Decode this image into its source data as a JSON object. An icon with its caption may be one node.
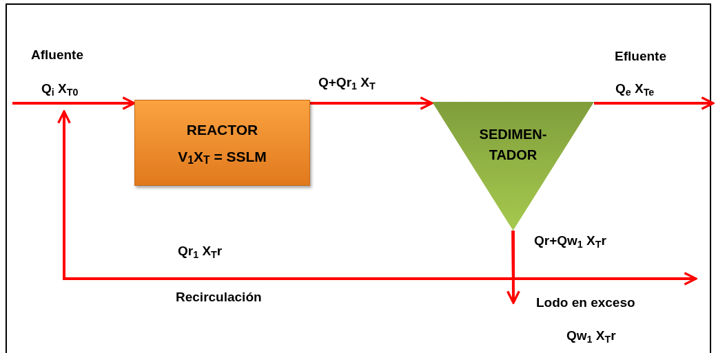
{
  "diagram": {
    "nodes": [
      {
        "text": [
          "REACTOR",
          "V$_{1}$X$_{T}$ = SSLM"
        ]
      },
      {
        "text": [
          "SEDIMEN-TADOR"
        ]
      }
    ],
    "edges": [
      {
        "from": null,
        "to": 0,
        "arrow": "to"
      },
      {
        "from": 0,
        "to": 1,
        "arrow": "to"
      },
      {
        "from": 1,
        "to": null,
        "arrow": "to"
      },
      {
        "from": 1,
        "to": null,
        "arrow": "to"
      },
      {
        "from": 1,
        "to": null,
        "arrow": "to"
      },
      {
        "from": 1,
        "to": null,
        "arrow": "to"
      }
    ],
    "labels": [
      "Afluente",
      "Q$_{i}$ X$_{T0}$",
      "Q+Qr$_{1}$ X$_{T}$",
      "Efluente",
      "Q$_{e}$ X$_{Te}$",
      "Qr+Qw$_{1}$ X$_{T}$r",
      "Qr$_{1}$ X$_{T}$r",
      "Recirculación",
      "Lodo en exceso",
      "Qw$_{1}$ X$_{T}$r"
    ]
  }
}
